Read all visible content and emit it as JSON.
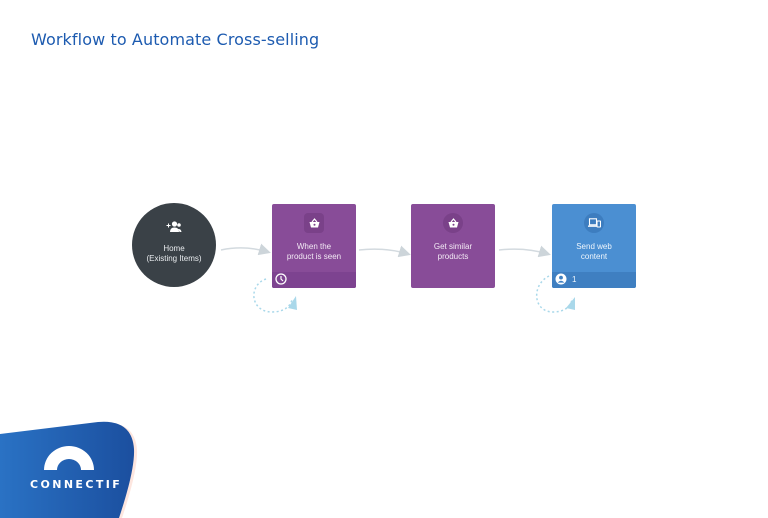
{
  "title": "Workflow to Automate Cross-selling",
  "nodes": [
    {
      "id": "home",
      "label_line1": "Home",
      "label_line2": "(Existing Items)",
      "icon": "users-plus-icon",
      "color": "#3a4147"
    },
    {
      "id": "product-seen",
      "label_line1": "When the",
      "label_line2": "product is seen",
      "icon": "basket-icon",
      "footer_icon": "clock-icon",
      "color": "#884c98"
    },
    {
      "id": "similar-products",
      "label_line1": "Get similar",
      "label_line2": "products",
      "icon": "basket-icon",
      "color": "#884c98"
    },
    {
      "id": "send-web-content",
      "label_line1": "Send web",
      "label_line2": "content",
      "icon": "devices-icon",
      "footer_icon": "user-icon",
      "footer_count": "1",
      "color": "#4b8fd2"
    }
  ],
  "edges": [
    {
      "from": "home",
      "to": "product-seen"
    },
    {
      "from": "product-seen",
      "to": "similar-products"
    },
    {
      "from": "similar-products",
      "to": "send-web-content"
    }
  ],
  "loops": [
    "product-seen",
    "send-web-content"
  ],
  "brand": {
    "name": "CONNECTIF",
    "color": "#1f56a8"
  }
}
